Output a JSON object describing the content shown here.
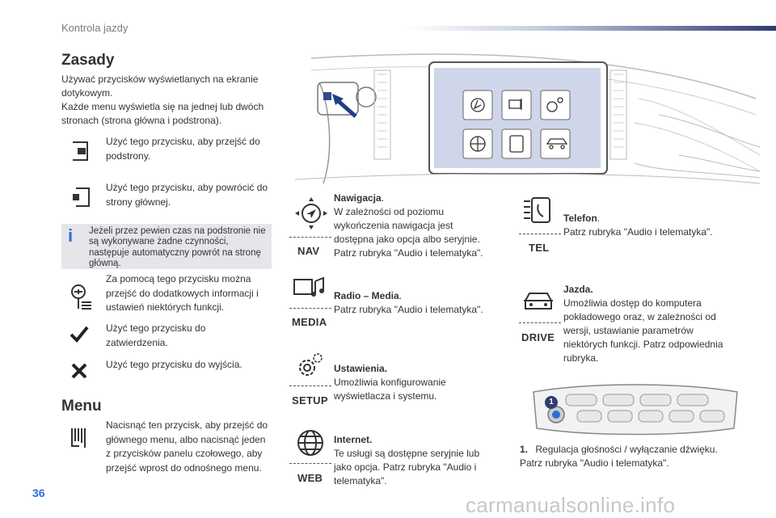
{
  "header": {
    "title": "Kontrola jazdy"
  },
  "zasady": {
    "heading": "Zasady",
    "para1": "Używać przycisków wyświetlanych na ekranie dotykowym.",
    "para2": "Każde menu wyświetla się na jednej lub dwóch stronach (strona główna i podstrona)."
  },
  "buttons": {
    "next": "Użyć tego przycisku, aby przejść do podstrony.",
    "back": "Użyć tego przycisku, aby powrócić do strony głównej.",
    "info": "Za pomocą tego przycisku można przejść do dodatkowych informacji i ustawień niektórych funkcji.",
    "confirm": "Użyć tego przycisku do zatwierdzenia.",
    "exit": "Użyć tego przycisku do wyjścia."
  },
  "info_box": {
    "text": "Jeżeli przez pewien czas na podstronie nie są wykonywane żadne czynności, następuje automatyczny powrót na stronę główną."
  },
  "menu": {
    "heading": "Menu",
    "text": "Nacisnąć ten przycisk, aby przejść do głównego menu, albo nacisnąć jeden z przycisków panelu czołowego, aby przejść wprost do odnośnego menu."
  },
  "modes": {
    "nav": {
      "label": "NAV",
      "title": "Nawigacja",
      "body": "W zależności od poziomu wykończenia nawigacja jest dostępna jako opcja albo seryjnie. Patrz rubryka \"Audio i telematyka\"."
    },
    "media": {
      "label": "MEDIA",
      "title": "Radio – Media",
      "body": "Patrz rubryka \"Audio i telematyka\"."
    },
    "setup": {
      "label": "SETUP",
      "title": "Ustawienia.",
      "body": "Umożliwia konfigurowanie wyświetlacza i systemu."
    },
    "web": {
      "label": "WEB",
      "title": "Internet.",
      "body": "Te usługi są dostępne seryjnie lub jako opcja. Patrz rubryka \"Audio i telematyka\"."
    },
    "tel": {
      "label": "TEL",
      "title": "Telefon",
      "body": "Patrz rubryka \"Audio i telematyka\"."
    },
    "drive": {
      "label": "DRIVE",
      "title": "Jazda.",
      "body": "Umożliwia dostęp do komputera pokładowego oraz, w zależności od wersji, ustawianie parametrów niektórych funkcji. Patrz odpowiednia rubryka."
    }
  },
  "panel": {
    "marker": "1"
  },
  "footnote": {
    "num": "1.",
    "text": "Regulacja głośności / wyłączanie dźwięku.",
    "line2": "Patrz rubryka \"Audio i telematyka\"."
  },
  "page_number": "36",
  "watermark": "carmanualsonline.info",
  "colors": {
    "accent": "#2b6ed9",
    "header_bar": "#2e3a75",
    "info_bg": "#e6e6ea"
  }
}
